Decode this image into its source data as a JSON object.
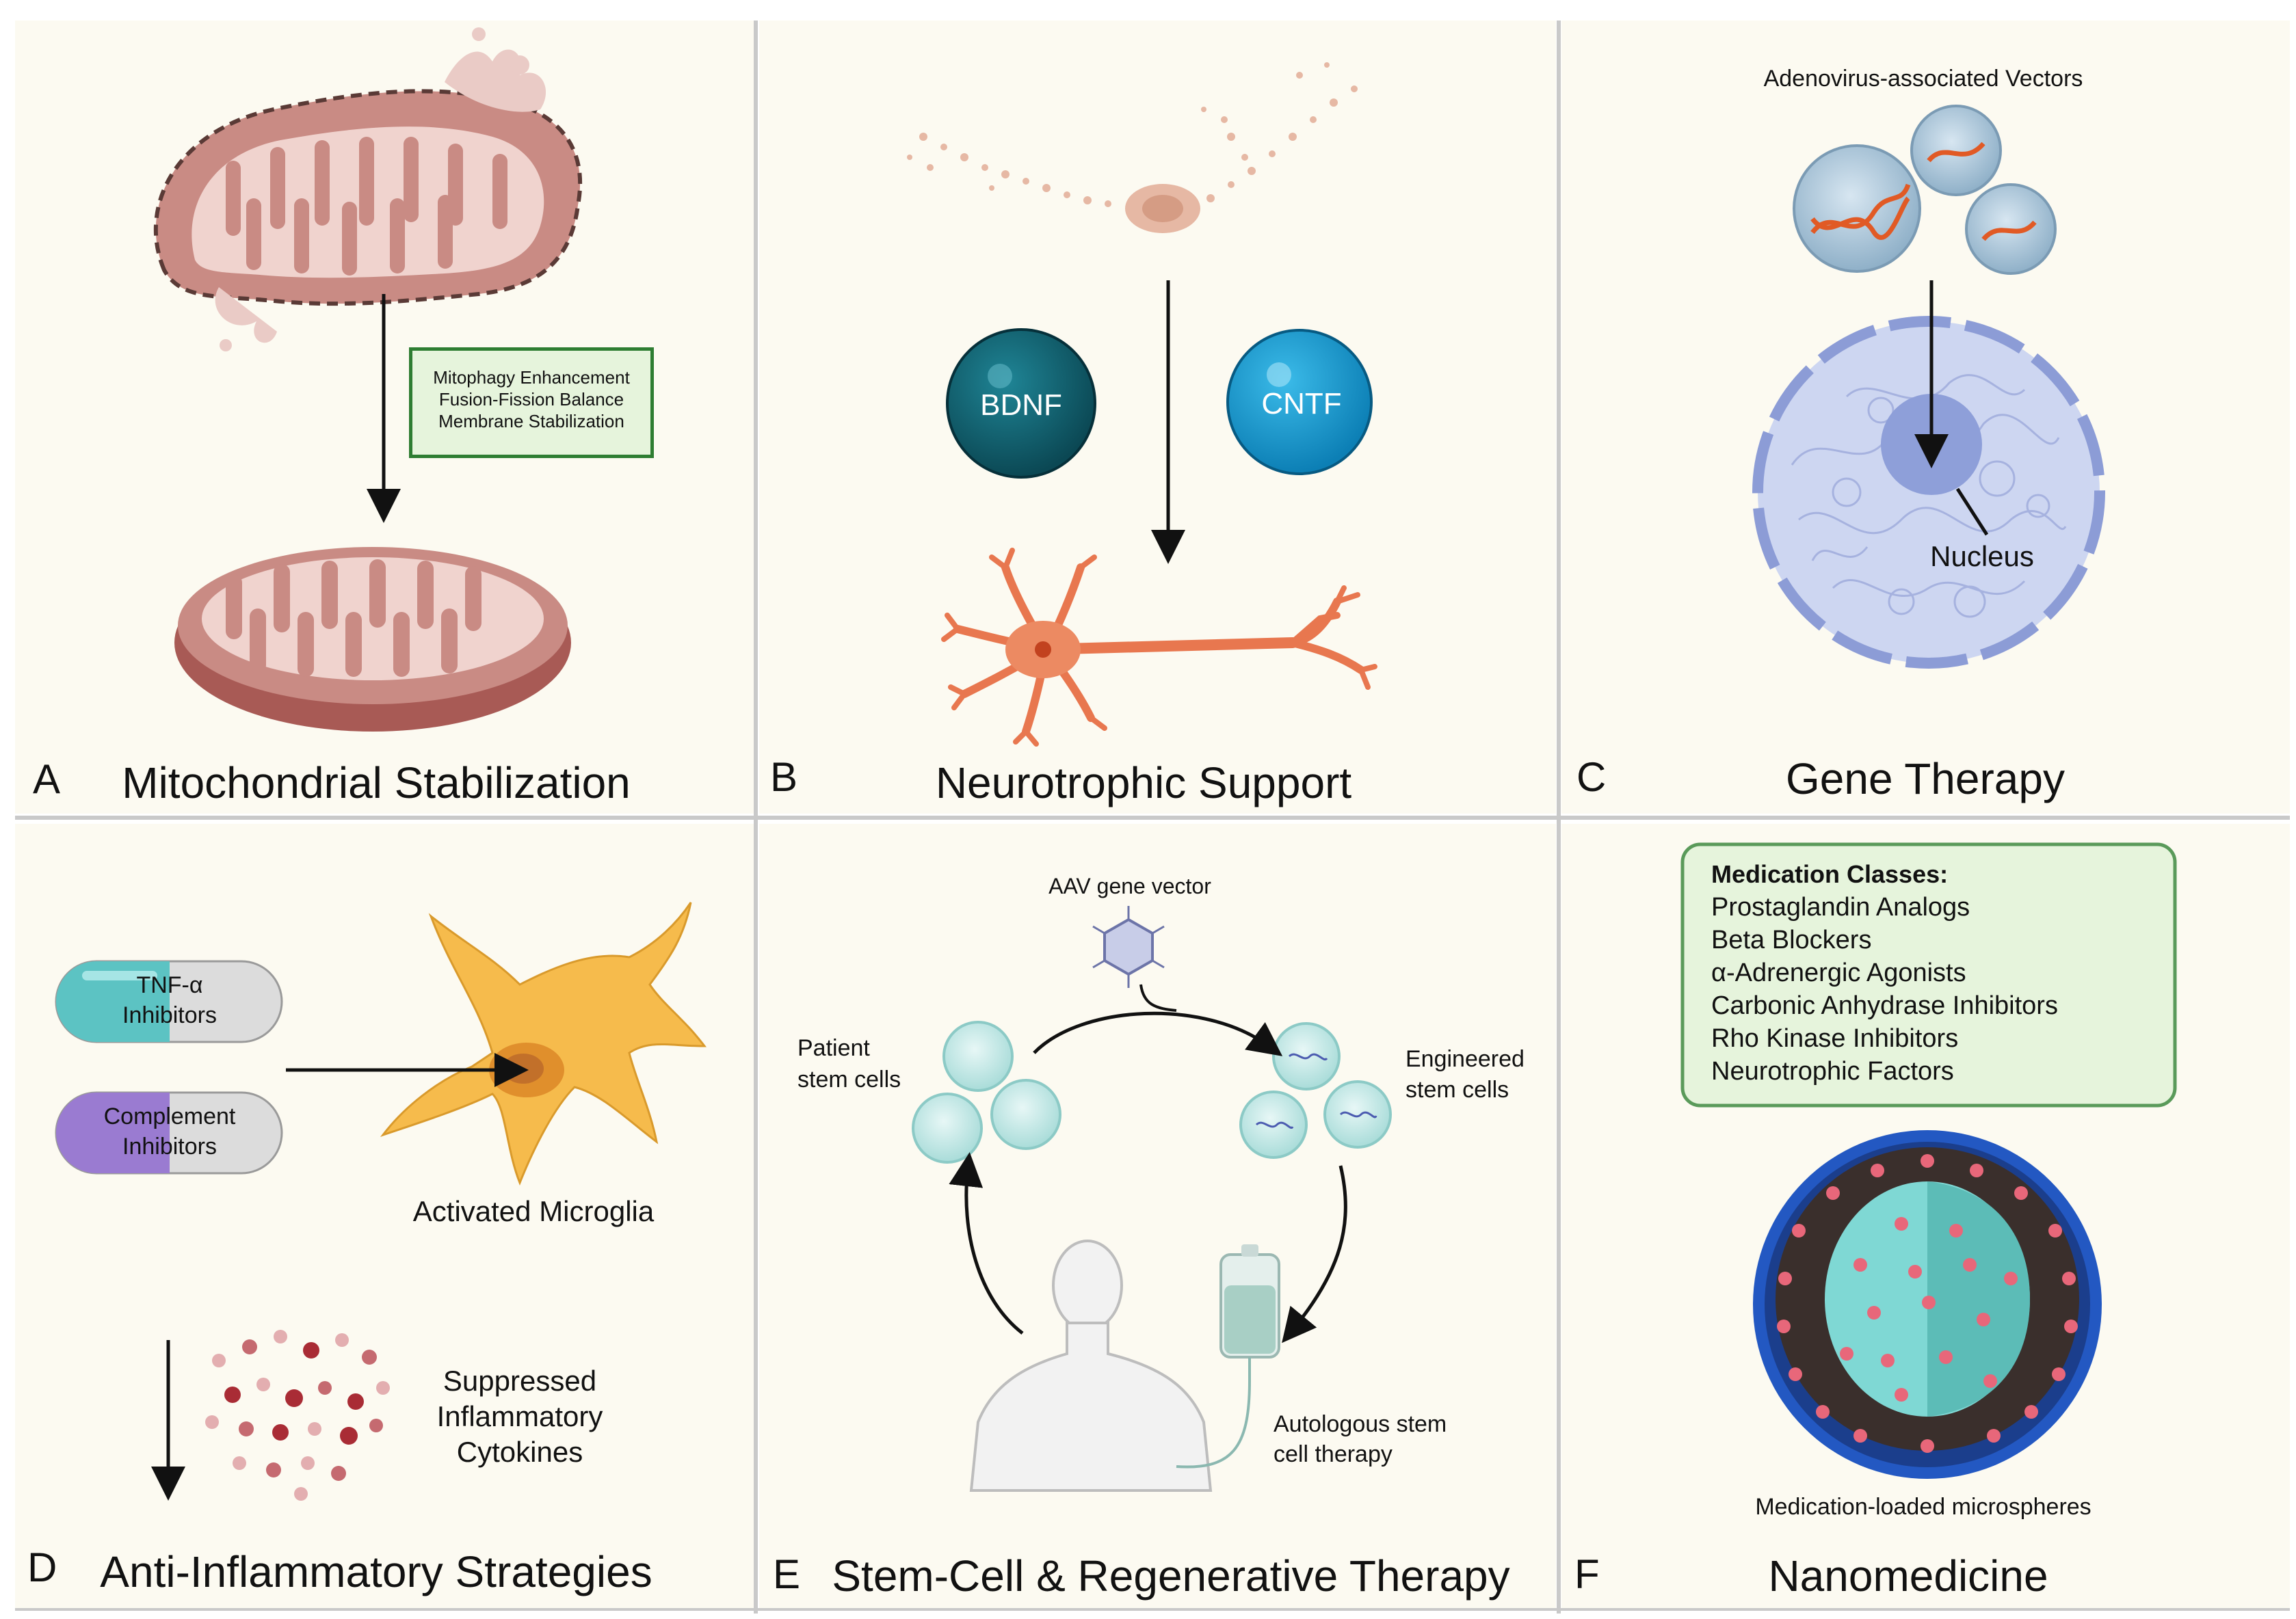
{
  "panels": [
    {
      "letter": "A",
      "title": "Mitochondrial Stabilization",
      "box_lines": [
        "Mitophagy Enhancement",
        "Fusion-Fission Balance",
        "Membrane Stabilization"
      ]
    },
    {
      "letter": "B",
      "title": "Neurotrophic Support",
      "factors": [
        "BDNF",
        "CNTF"
      ]
    },
    {
      "letter": "C",
      "title": "Gene Therapy",
      "vector_label": "Adenovirus-associated Vectors",
      "nucleus_label": "Nucleus"
    },
    {
      "letter": "D",
      "title": "Anti-Inflammatory Strategies",
      "pills": [
        [
          "TNF-α",
          "Inhibitors"
        ],
        [
          "Complement",
          "Inhibitors"
        ]
      ],
      "microglia_label": "Activated Microglia",
      "cytokine_label": [
        "Suppressed",
        "Inflammatory",
        "Cytokines"
      ]
    },
    {
      "letter": "E",
      "title": "Stem-Cell & Regenerative Therapy",
      "aav_label": "AAV gene vector",
      "patient_label": [
        "Patient",
        "stem cells"
      ],
      "engineered_label": [
        "Engineered",
        "stem cells"
      ],
      "autologous_label": [
        "Autologous stem",
        "cell therapy"
      ]
    },
    {
      "letter": "F",
      "title": "Nanomedicine",
      "med_box_title": "Medication Classes:",
      "med_classes": [
        "Prostaglandin Analogs",
        "Beta Blockers",
        "α-Adrenergic Agonists",
        "Carbonic Anhydrase Inhibitors",
        "Rho Kinase Inhibitors",
        "Neurotrophic Factors"
      ],
      "microsphere_label": "Medication-loaded microspheres"
    }
  ],
  "colors": {
    "panel_bg": "#fcfaf1",
    "mito_outer": "#c98b84",
    "mito_inner": "#f0d3ce",
    "bdnf": "#0e5f6e",
    "cntf": "#1aa0d8",
    "neuron": "#e8774f",
    "nucleus": "#9aa8dc",
    "microglia": "#f6bb4c",
    "tnf_pill": "#5cc3c3",
    "complement_pill": "#9a7bd1",
    "cytokine": "#b8424a",
    "sphere_outer": "#2358c2",
    "sphere_core": "#7fd8d4",
    "med_box_border": "#5a9a5a"
  }
}
